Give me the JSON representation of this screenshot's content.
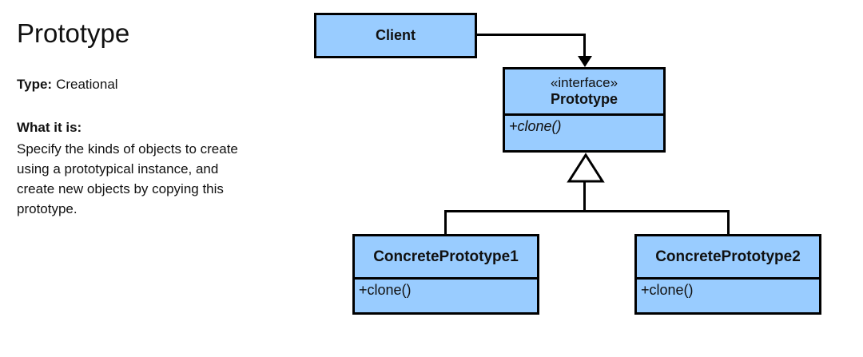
{
  "left_panel": {
    "title": "Prototype",
    "type_label": "Type:",
    "type_value": "Creational",
    "what_label": "What it is:",
    "description_lines": [
      "Specify the kinds of objects to create",
      "using a prototypical instance, and",
      "create new objects by copying this",
      "prototype."
    ]
  },
  "diagram": {
    "fill_color": "#99CCFF",
    "line_color": "#000000",
    "client": {
      "name": "Client"
    },
    "interface": {
      "stereotype": "«interface»",
      "name": "Prototype",
      "methods": [
        "+clone()"
      ]
    },
    "concrete1": {
      "name": "ConcretePrototype1",
      "methods": [
        "+clone()"
      ]
    },
    "concrete2": {
      "name": "ConcretePrototype2",
      "methods": [
        "+clone()"
      ]
    },
    "relationships": [
      "Client has directed association to Prototype",
      "ConcretePrototype1 realizes Prototype",
      "ConcretePrototype2 realizes Prototype"
    ]
  }
}
